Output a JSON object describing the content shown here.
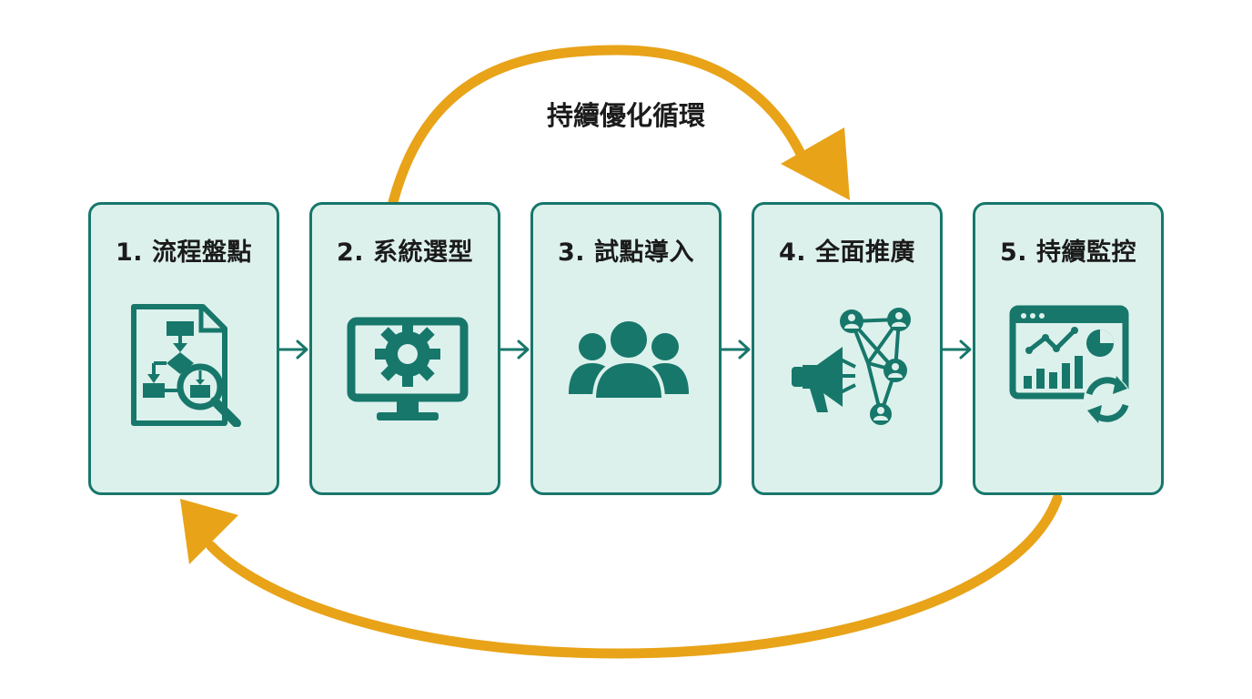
{
  "loop_label": "持續優化循環",
  "colors": {
    "card_border": "#17776b",
    "card_fill": "#ddf1ec",
    "icon": "#17776b",
    "loop_arrow": "#e8a318",
    "text": "#1b1b1b"
  },
  "steps": [
    {
      "title": "1. 流程盤點",
      "icon": "document-flowchart-magnifier-icon"
    },
    {
      "title": "2. 系統選型",
      "icon": "monitor-gear-icon"
    },
    {
      "title": "3. 試點導入",
      "icon": "user-group-icon"
    },
    {
      "title": "4. 全面推廣",
      "icon": "megaphone-network-icon"
    },
    {
      "title": "5. 持續監控",
      "icon": "dashboard-refresh-icon"
    }
  ]
}
